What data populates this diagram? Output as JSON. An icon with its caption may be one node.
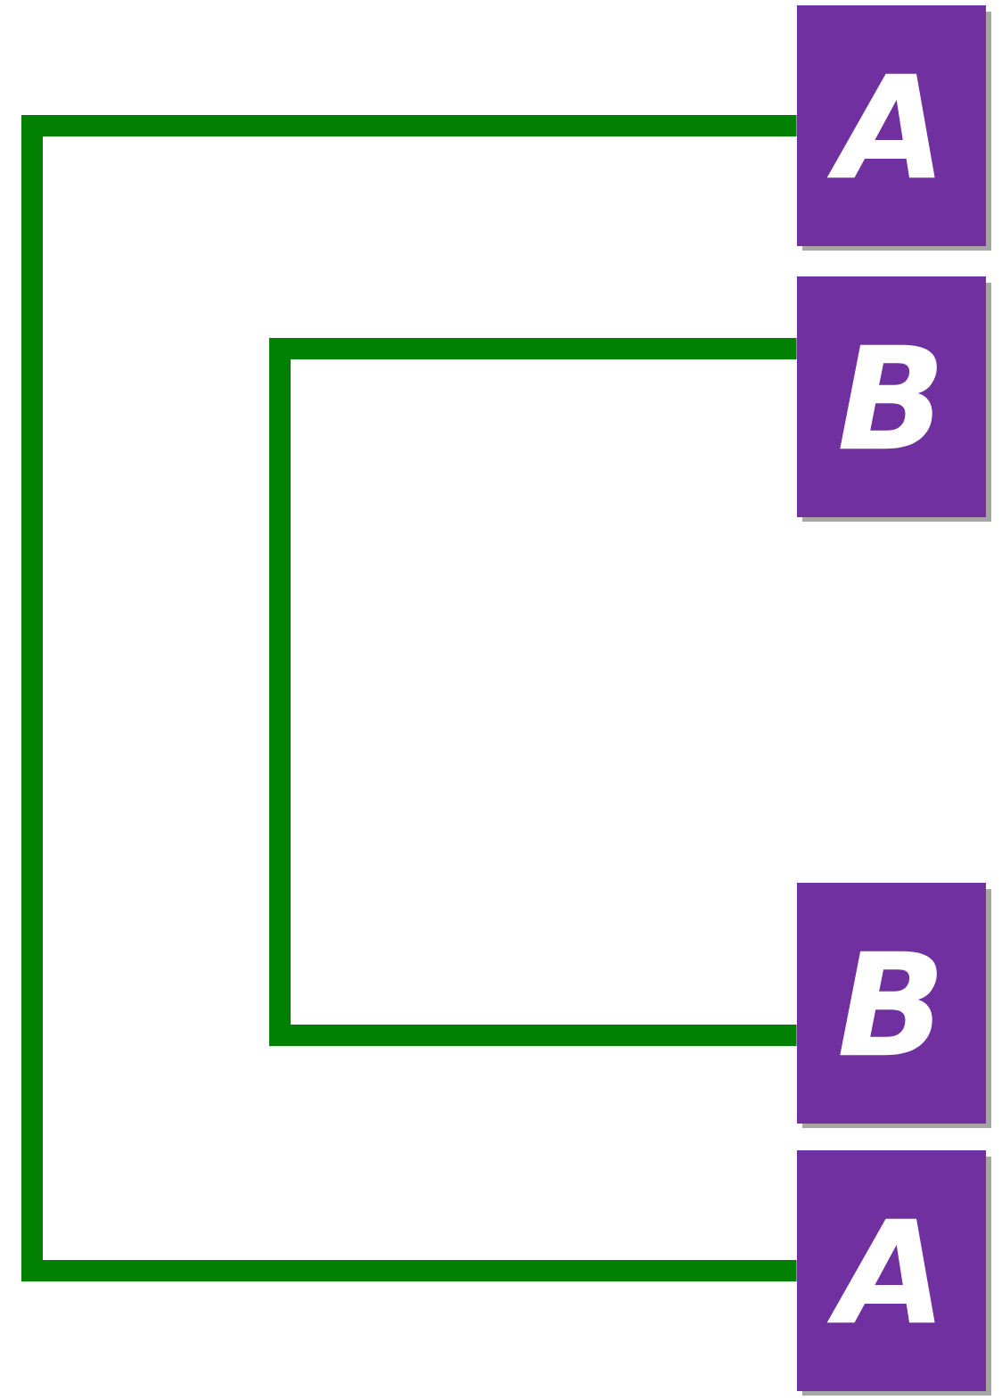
{
  "diagram": {
    "nodes": [
      {
        "text": [
          "A"
        ]
      },
      {
        "text": [
          "B"
        ]
      },
      {
        "text": [
          "B"
        ]
      },
      {
        "text": [
          "A"
        ]
      }
    ],
    "edges": [
      {
        "from": 0,
        "to": 3,
        "arrow": "none"
      },
      {
        "from": 1,
        "to": 2,
        "arrow": "none"
      }
    ]
  }
}
